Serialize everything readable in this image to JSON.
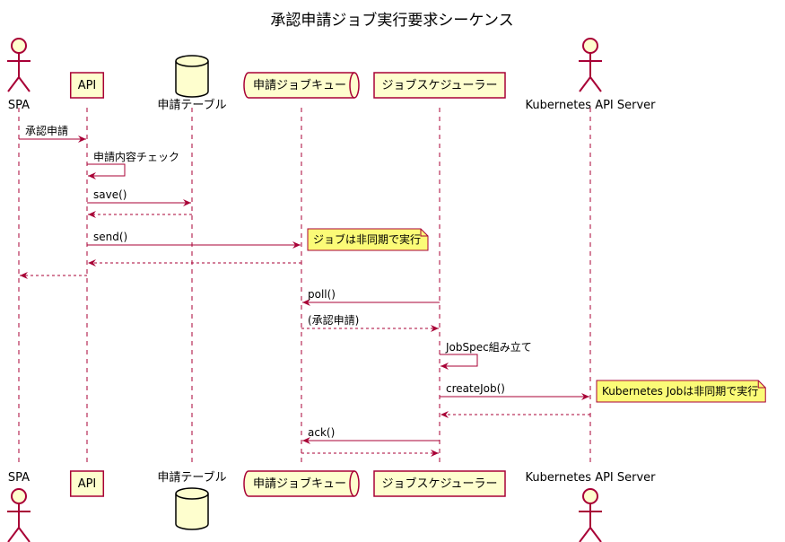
{
  "title": "承認申請ジョブ実行要求シーケンス",
  "colors": {
    "line": "#A80036",
    "box_fill": "#FEFECE",
    "note_fill": "#FBFB77"
  },
  "participants": [
    {
      "id": "spa",
      "name": "SPA",
      "kind": "actor"
    },
    {
      "id": "api",
      "name": "API",
      "kind": "participant"
    },
    {
      "id": "table",
      "name": "申請テーブル",
      "kind": "database"
    },
    {
      "id": "queue",
      "name": "申請ジョブキュー",
      "kind": "queue"
    },
    {
      "id": "scheduler",
      "name": "ジョブスケジューラー",
      "kind": "participant"
    },
    {
      "id": "k8s",
      "name": "Kubernetes API Server",
      "kind": "actor"
    }
  ],
  "messages": [
    {
      "from": "spa",
      "to": "api",
      "label": "承認申請",
      "style": "solid"
    },
    {
      "from": "api",
      "to": "api",
      "label": "申請内容チェック",
      "style": "solid"
    },
    {
      "from": "api",
      "to": "table",
      "label": "save()",
      "style": "solid"
    },
    {
      "from": "table",
      "to": "api",
      "label": "",
      "style": "dashed"
    },
    {
      "from": "api",
      "to": "queue",
      "label": "send()",
      "style": "solid"
    },
    {
      "from": "queue",
      "to": "api",
      "label": "",
      "style": "dashed"
    },
    {
      "from": "api",
      "to": "spa",
      "label": "",
      "style": "dashed"
    },
    {
      "from": "scheduler",
      "to": "queue",
      "label": "poll()",
      "style": "solid"
    },
    {
      "from": "queue",
      "to": "scheduler",
      "label": "(承認申請)",
      "style": "dashed"
    },
    {
      "from": "scheduler",
      "to": "scheduler",
      "label": "JobSpec組み立て",
      "style": "solid"
    },
    {
      "from": "scheduler",
      "to": "k8s",
      "label": "createJob()",
      "style": "solid"
    },
    {
      "from": "k8s",
      "to": "scheduler",
      "label": "",
      "style": "dashed"
    },
    {
      "from": "scheduler",
      "to": "queue",
      "label": "ack()",
      "style": "solid"
    },
    {
      "from": "queue",
      "to": "scheduler",
      "label": "",
      "style": "dashed"
    }
  ],
  "notes": [
    {
      "text": "ジョブは非同期で実行",
      "after_message": 4
    },
    {
      "text": "Kubernetes Jobは非同期で実行",
      "after_message": 10
    }
  ]
}
